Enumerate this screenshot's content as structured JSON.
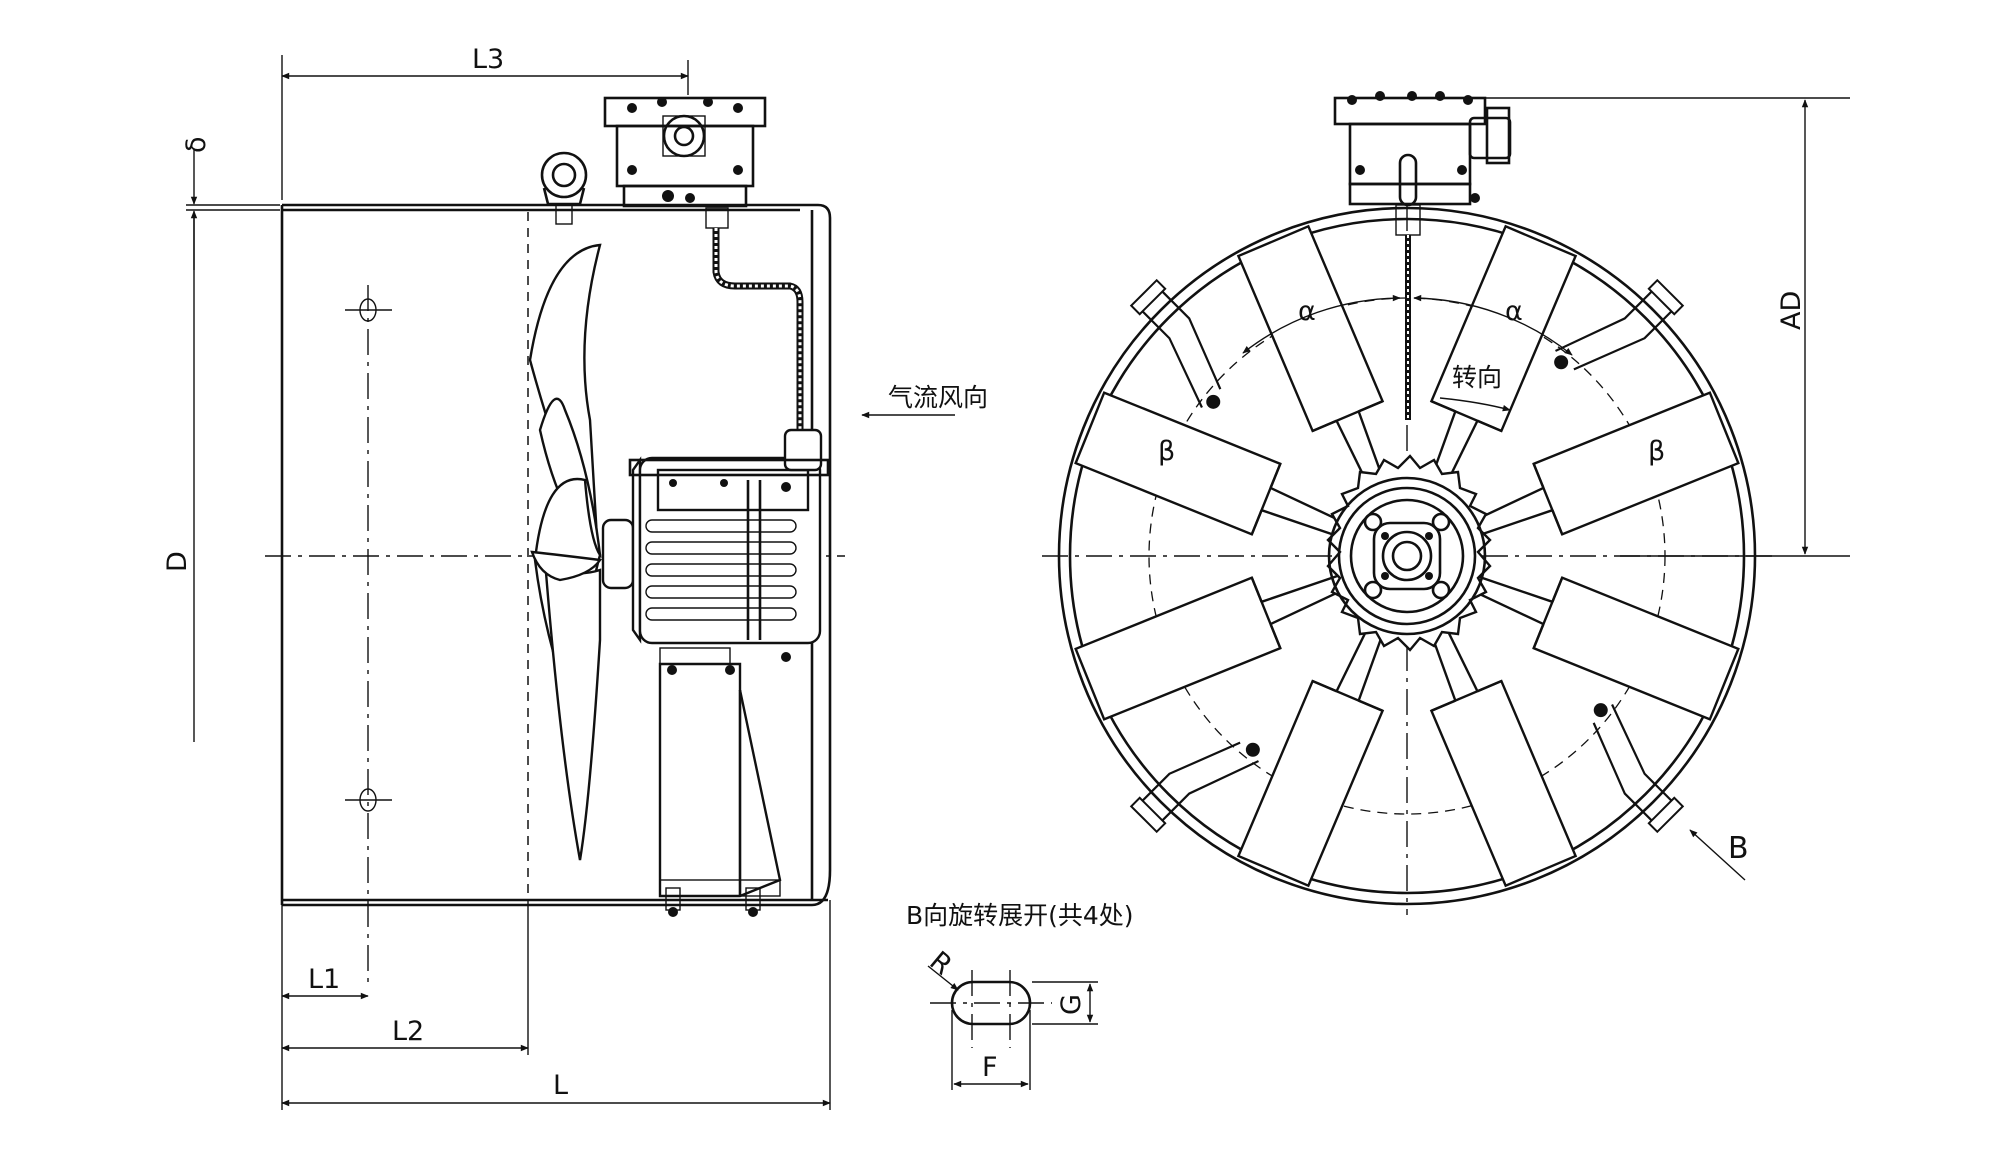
{
  "side_view": {
    "dimensions": {
      "L": "L",
      "L1": "L1",
      "L2": "L2",
      "L3": "L3",
      "D": "D",
      "delta": "δ"
    },
    "airflow_label": "气流风向"
  },
  "front_view": {
    "dimensions": {
      "AD": "AD",
      "alpha": "α",
      "beta": "β"
    },
    "rotation_label": "转向",
    "view_marker": "B"
  },
  "detail": {
    "title": "B向旋转展开(共4处)",
    "dimensions": {
      "R": "R",
      "G": "G",
      "F": "F"
    }
  }
}
